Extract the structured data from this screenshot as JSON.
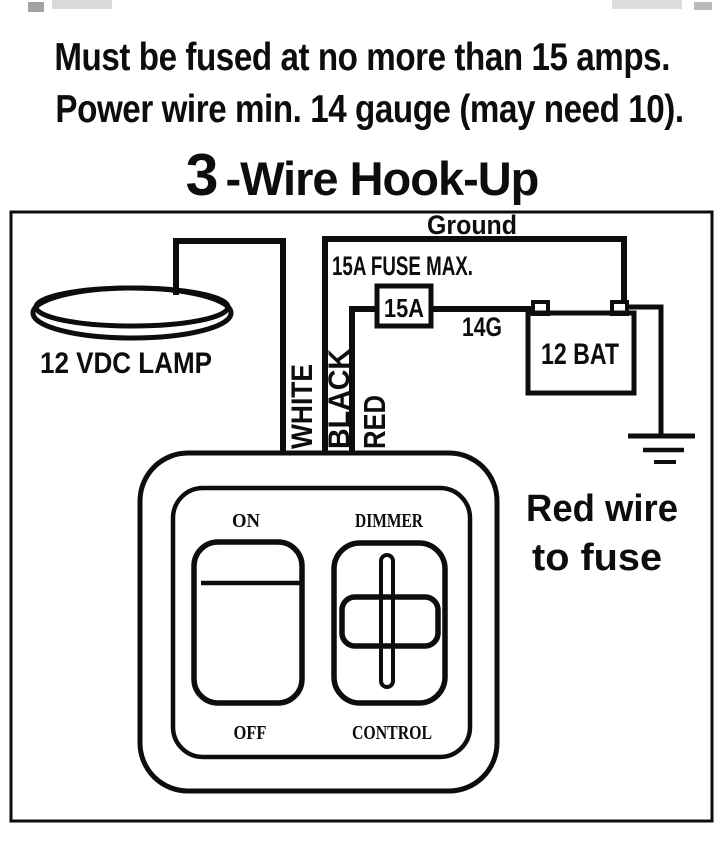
{
  "header": {
    "line1": "Must be fused at no more than 15 amps.",
    "line2": "Power wire min. 14 gauge (may need 10).",
    "title_number": "3",
    "title_rest": "-Wire Hook-Up"
  },
  "diagram": {
    "ground_label": "Ground",
    "fuse_note": "15A FUSE MAX.",
    "fuse_value": "15A",
    "wire_gauge_label": "14G",
    "battery_label": "12 BAT",
    "lamp_label": "12 VDC LAMP",
    "wire_labels": {
      "white": "WHITE",
      "black": "BLACK",
      "red": "RED"
    },
    "note": {
      "line1": "Red wire",
      "line2": "to fuse"
    },
    "switch": {
      "on": "ON",
      "off": "OFF",
      "dimmer": "DIMMER",
      "control": "CONTROL"
    }
  },
  "colors": {
    "ink": "#0d0d0d",
    "paper": "#ffffff"
  }
}
